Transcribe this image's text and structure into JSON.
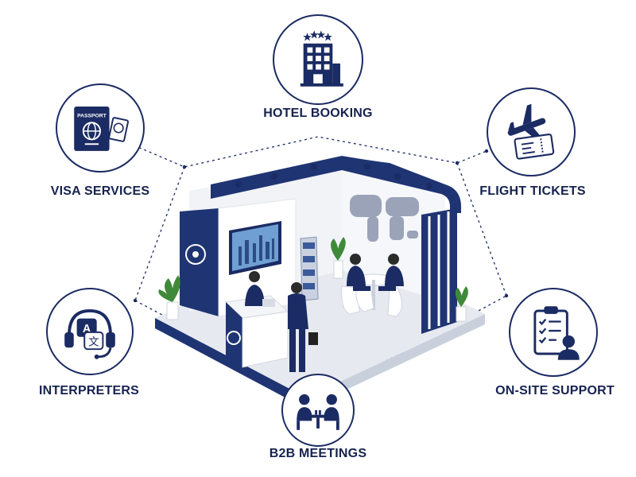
{
  "services": [
    {
      "id": "hotel-booking",
      "label": "HOTEL BOOKING",
      "icon": "hotel-building-icon"
    },
    {
      "id": "visa-services",
      "label": "VISA SERVICES",
      "icon": "passport-icon"
    },
    {
      "id": "flight-tickets",
      "label": "FLIGHT TICKETS",
      "icon": "airplane-ticket-icon"
    },
    {
      "id": "interpreters",
      "label": "INTERPRETERS",
      "icon": "headset-translation-icon"
    },
    {
      "id": "on-site-support",
      "label": "ON-SITE SUPPORT",
      "icon": "clipboard-checklist-icon"
    },
    {
      "id": "b2b-meetings",
      "label": "B2B MEETINGS",
      "icon": "meeting-table-icon"
    }
  ],
  "passport_text": "PASSPORT",
  "translation_glyphs": {
    "latin": "A",
    "chinese": "文"
  },
  "colors": {
    "navy": "#1b2b63",
    "booth_navy": "#1f3473",
    "floor": "#e6e9ef",
    "plant": "#3f8a3a"
  }
}
